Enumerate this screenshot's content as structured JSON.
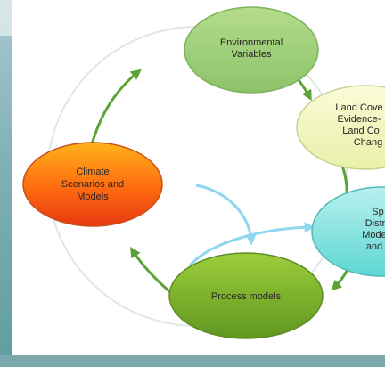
{
  "diagram": {
    "nodes": {
      "environmental": [
        "Environmental",
        "Variables"
      ],
      "land_cover": [
        "Land Cove",
        "Evidence-",
        "Land Co",
        "Chang"
      ],
      "climate": [
        "Climate",
        "Scenarios and",
        "Models"
      ],
      "spatial": [
        "Sp",
        "Distr",
        "Mode",
        "and"
      ],
      "process": [
        "Process models"
      ]
    }
  }
}
